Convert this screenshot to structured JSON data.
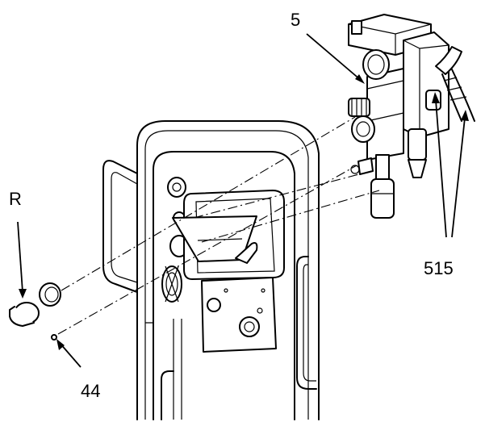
{
  "callouts": {
    "valve_assembly": "5",
    "cap": "R",
    "screw": "44",
    "hoses": "515"
  }
}
